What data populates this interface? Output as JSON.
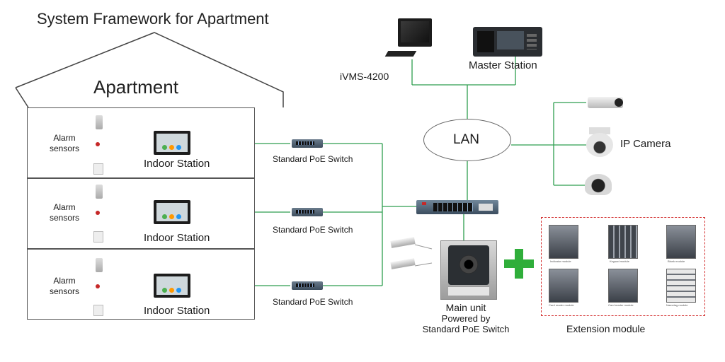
{
  "title": "System Framework for Apartment",
  "apartment": {
    "label": "Apartment",
    "floors": [
      {
        "alarm_label": "Alarm\nsensors",
        "indoor_label": "Indoor Station",
        "switch_label": "Standard PoE Switch"
      },
      {
        "alarm_label": "Alarm\nsensors",
        "indoor_label": "Indoor Station",
        "switch_label": "Standard PoE Switch"
      },
      {
        "alarm_label": "Alarm\nsensors",
        "indoor_label": "Indoor Station",
        "switch_label": "Standard PoE Switch"
      }
    ]
  },
  "network": {
    "lan_label": "LAN",
    "ivms_label": "iVMS-4200",
    "master_label": "Master Station",
    "ipcam_label": "IP Camera",
    "main_unit": {
      "label": "Main unit",
      "sub_label": "Powered by\nStandard PoE Switch"
    },
    "extension_label": "Extension module",
    "modules": [
      {
        "caption": "Indicator module"
      },
      {
        "caption": "Keypad module"
      },
      {
        "caption": "Blank module"
      },
      {
        "caption": "Card reader module"
      },
      {
        "caption": "Card reader module"
      },
      {
        "caption": "Nametag module"
      }
    ]
  },
  "colors": {
    "link": "#2e9e4f",
    "wire": "#888888",
    "plus": "#2fae3a",
    "dash": "#d32f2f"
  }
}
